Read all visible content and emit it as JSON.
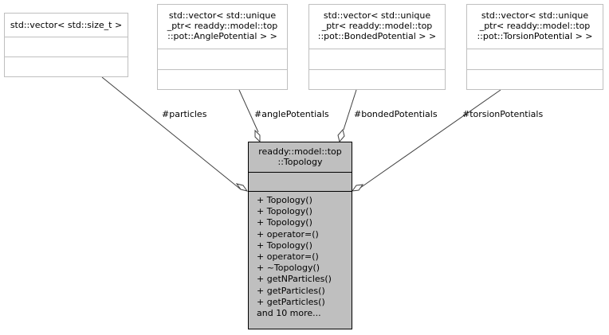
{
  "boxes": {
    "size_vector": {
      "title": "std::vector< std::size_t >"
    },
    "angle_vector": {
      "title_line1": "std::vector< std::unique",
      "title_line2": "_ptr< readdy::model::top",
      "title_line3": "::pot::AnglePotential > >"
    },
    "bonded_vector": {
      "title_line1": "std::vector< std::unique",
      "title_line2": "_ptr< readdy::model::top",
      "title_line3": "::pot::BondedPotential > >"
    },
    "torsion_vector": {
      "title_line1": "std::vector< std::unique",
      "title_line2": "_ptr< readdy::model::top",
      "title_line3": "::pot::TorsionPotential > >"
    },
    "topology": {
      "title_line1": "readdy::model::top",
      "title_line2": "::Topology",
      "methods": [
        "+ Topology()",
        "+ Topology()",
        "+ Topology()",
        "+ operator=()",
        "+ Topology()",
        "+ operator=()",
        "+ ~Topology()",
        "+ getNParticles()",
        "+ getParticles()",
        "+ getParticles()",
        "and 10 more..."
      ]
    }
  },
  "edges": {
    "particles": "#particles",
    "angle": "#anglePotentials",
    "bonded": "#bondedPotentials",
    "torsion": "#torsionPotentials"
  }
}
